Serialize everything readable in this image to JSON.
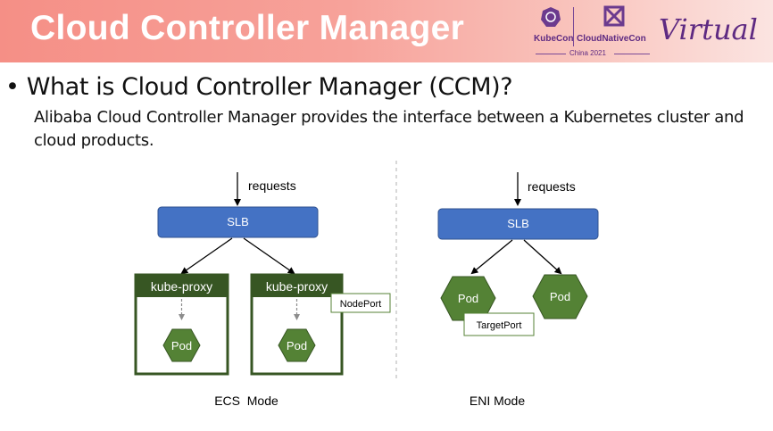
{
  "header": {
    "title": "Cloud Controller Manager",
    "kubecon": "KubeCon",
    "cloudnativecon": "CloudNativeCon",
    "event": "China 2021",
    "virtual": "Virtual"
  },
  "content": {
    "bullet": "• What is Cloud Controller Manager (CCM)?",
    "description": "Alibaba Cloud Controller Manager provides the interface between a Kubernetes cluster and cloud products."
  },
  "diagram": {
    "ecs": {
      "requests": "requests",
      "slb": "SLB",
      "node_left_header": "kube-proxy",
      "node_right_header": "kube-proxy",
      "pod_left": "Pod",
      "pod_right": "Pod",
      "port_label": "NodePort",
      "caption": "ECS  Mode"
    },
    "eni": {
      "requests": "requests",
      "slb": "SLB",
      "pod_left": "Pod",
      "pod_right": "Pod",
      "port_label": "TargetPort",
      "caption": "ENI Mode"
    }
  },
  "colors": {
    "slb_fill": "#4472c4",
    "slb_stroke": "#2f528f",
    "node_green": "#375623",
    "pod_green": "#548235",
    "header_pink": "#f58f86",
    "brand_purple": "#5e2a82"
  },
  "icons": [
    "kubecon-logo-icon",
    "cloudnativecon-logo-icon"
  ]
}
